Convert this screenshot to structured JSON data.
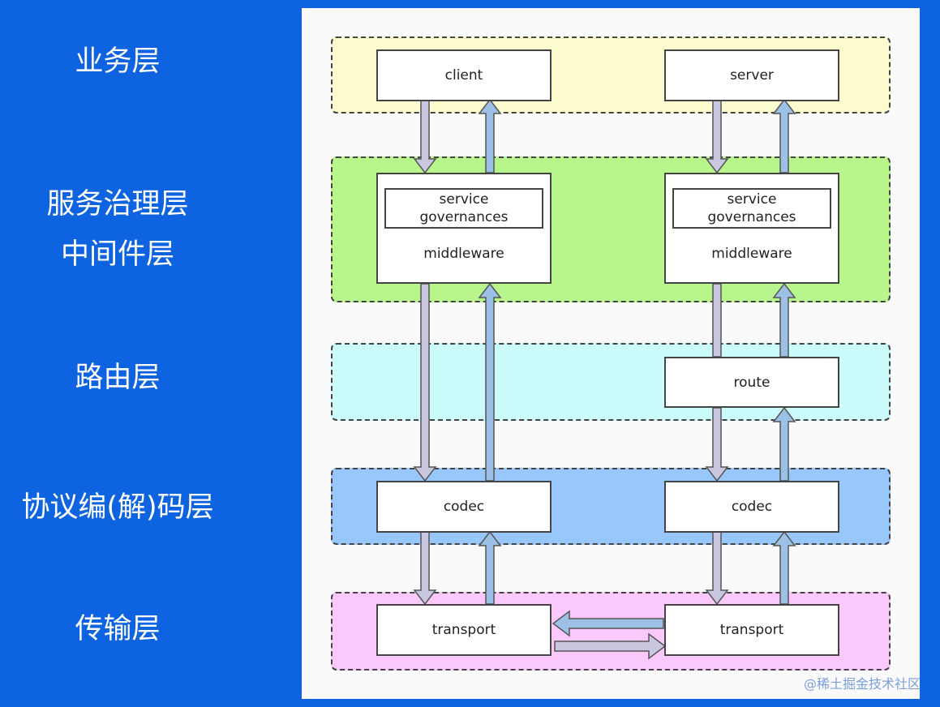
{
  "layers": [
    {
      "label": "业务层"
    },
    {
      "label": "服务治理层"
    },
    {
      "label": "中间件层"
    },
    {
      "label": "路由层"
    },
    {
      "label": "协议编(解)码层"
    },
    {
      "label": "传输层"
    }
  ],
  "nodes": {
    "client": "client",
    "server": "server",
    "service_governances_left": "service\ngovernances",
    "service_governances_right": "service\ngovernances",
    "middleware_left": "middleware",
    "middleware_right": "middleware",
    "route": "route",
    "codec_left": "codec",
    "codec_right": "codec",
    "transport_left": "transport",
    "transport_right": "transport"
  },
  "colors": {
    "page_background": "#0e63e0",
    "band_business": "#fbfbcd",
    "band_governance": "#b8f58c",
    "band_route": "#ccfbfb",
    "band_codec": "#98c8fb",
    "band_transport": "#fbc8fb",
    "arrow_down": "#c9c8e0",
    "arrow_up": "#9dc1e6"
  },
  "watermark": "@稀土掘金技术社区"
}
